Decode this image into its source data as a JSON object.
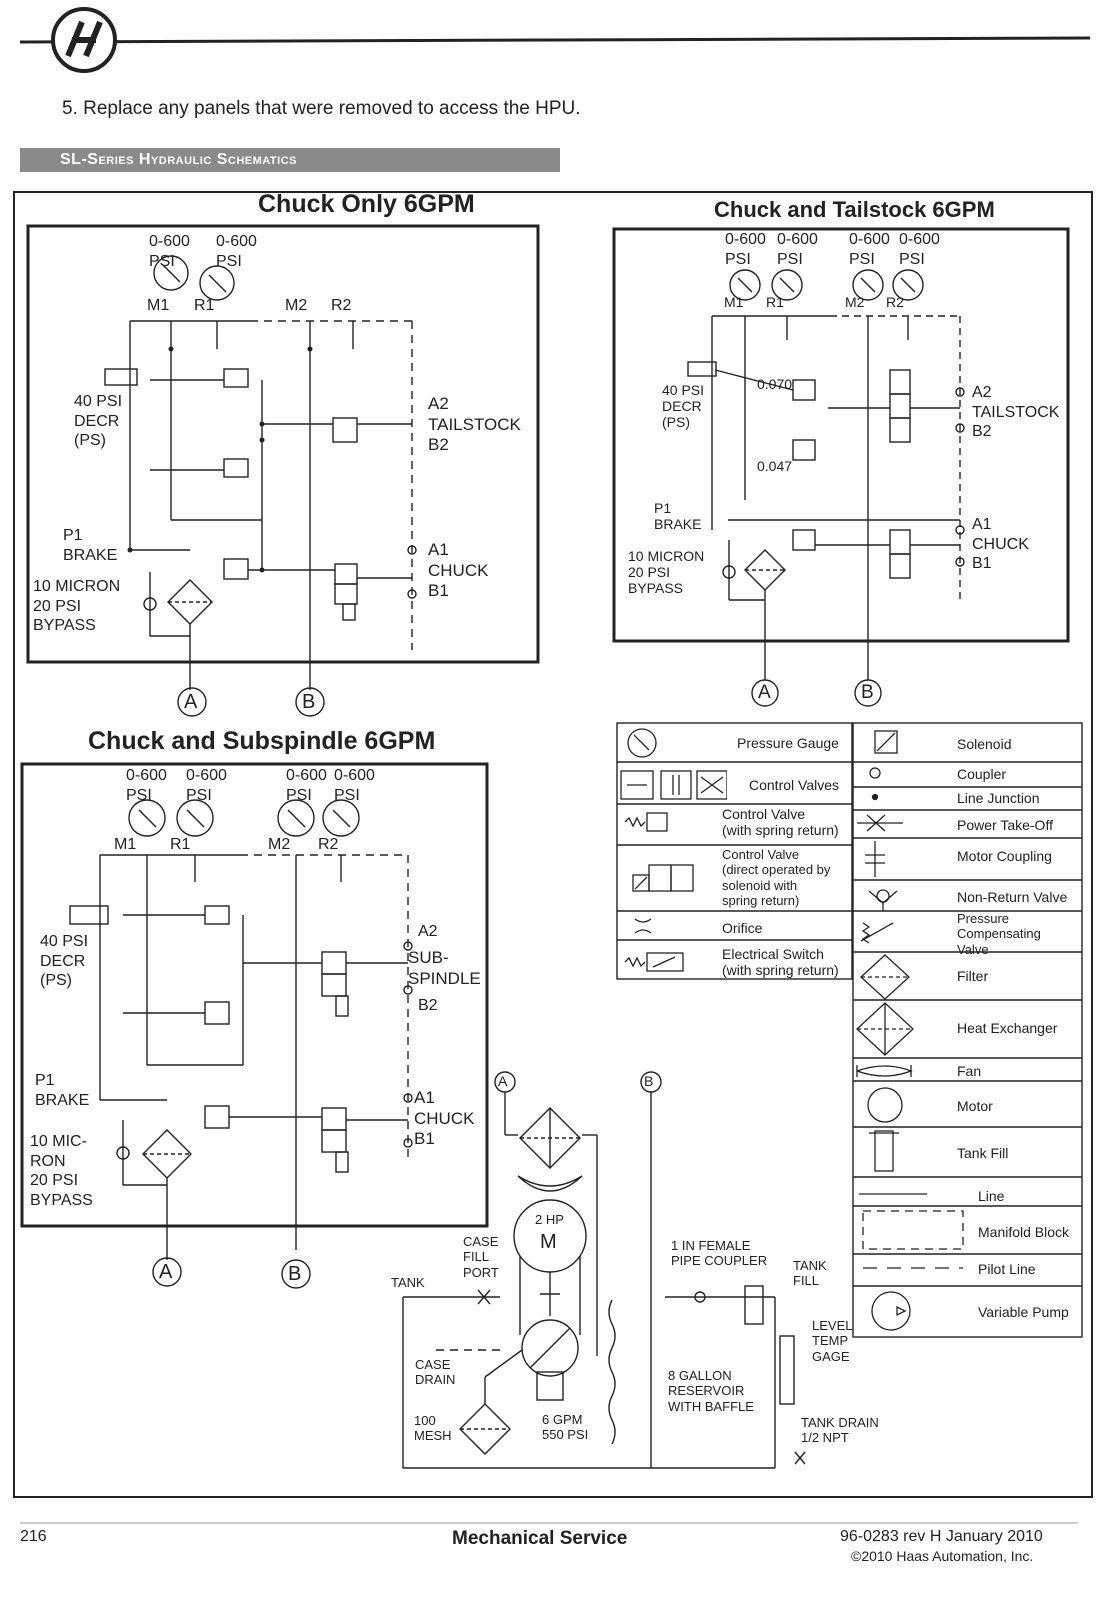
{
  "header": {
    "logo": "haas-logo"
  },
  "step_text": "5. Replace any panels that were removed to access the HPU.",
  "section_banner": "SL-Series Hydraulic Schematics",
  "diagrams": {
    "chuck_only": {
      "title": "Chuck Only 6GPM",
      "gauge_range_1": "0-600\nPSI",
      "gauge_range_2": "0-600\nPSI",
      "m1": "M1",
      "r1": "R1",
      "m2": "M2",
      "r2": "R2",
      "decr": "40 PSI\nDECR\n(PS)",
      "tailstock": "A2\nTAILSTOCK\nB2",
      "brake": "P1\nBRAKE",
      "chuck": "A1\nCHUCK\nB1",
      "filter": "10 MICRON\n20 PSI\nBYPASS",
      "port_a": "A",
      "port_b": "B"
    },
    "chuck_tailstock": {
      "title": "Chuck and Tailstock 6GPM",
      "g1": "0-600\nPSI",
      "g2": "0-600\nPSI",
      "g3": "0-600\nPSI",
      "g4": "0-600\nPSI",
      "m1": "M1",
      "r1": "R1",
      "m2": "M2",
      "r2": "R2",
      "decr": "40 PSI\nDECR\n(PS)",
      "orifice_1": "0.070",
      "orifice_2": "0.047",
      "tailstock": "A2\nTAILSTOCK\nB2",
      "brake": "P1\nBRAKE",
      "chuck": "A1\nCHUCK\nB1",
      "filter": "10 MICRON\n20 PSI\nBYPASS",
      "port_a": "A",
      "port_b": "B"
    },
    "chuck_subspindle": {
      "title": "Chuck and Subspindle 6GPM",
      "g1": "0-600\nPSI",
      "g2": "0-600\nPSI",
      "g3": "0-600\nPSI",
      "g4": "0-600\nPSI",
      "m1": "M1",
      "r1": "R1",
      "m2": "M2",
      "r2": "R2",
      "decr": "40 PSI\nDECR\n(PS)",
      "subspindle_a2": "A2",
      "subspindle": "SUB-\nSPINDLE",
      "subspindle_b2": "B2",
      "brake": "P1\nBRAKE",
      "chuck": "A1\nCHUCK\nB1",
      "filter": "10 MIC-\nRON\n20 PSI\nBYPASS",
      "port_a": "A",
      "port_b": "B"
    },
    "hpu": {
      "port_a": "A",
      "port_b": "B",
      "motor_hp": "2 HP",
      "motor_m": "M",
      "case_fill": "CASE\nFILL\nPORT",
      "tank": "TANK",
      "case_drain": "CASE\nDRAIN",
      "mesh": "100\nMESH",
      "pump": "6 GPM\n550 PSI",
      "coupler": "1 IN FEMALE\nPIPE COUPLER",
      "tank_fill": "TANK\nFILL",
      "gage": "LEVEL\nTEMP\nGAGE",
      "reservoir": "8 GALLON\nRESERVOIR\nWITH BAFFLE",
      "tank_drain": "TANK DRAIN\n1/2 NPT"
    }
  },
  "legend_left": [
    {
      "icon": "pressure-gauge-icon",
      "label": "Pressure Gauge"
    },
    {
      "icon": "control-valves-icon",
      "label": "Control Valves"
    },
    {
      "icon": "spring-return-valve-icon",
      "label": "Control Valve\n(with spring return)"
    },
    {
      "icon": "solenoid-valve-icon",
      "label": "Control Valve\n(direct operated by\nsolenoid with\nspring return)"
    },
    {
      "icon": "orifice-icon",
      "label": "Orifice"
    },
    {
      "icon": "electrical-switch-icon",
      "label": "Electrical Switch\n(with spring return)"
    }
  ],
  "legend_right": [
    {
      "icon": "solenoid-icon",
      "label": "Solenoid"
    },
    {
      "icon": "coupler-icon",
      "label": "Coupler"
    },
    {
      "icon": "line-junction-icon",
      "label": "Line Junction"
    },
    {
      "icon": "power-take-off-icon",
      "label": "Power Take-Off"
    },
    {
      "icon": "motor-coupling-icon",
      "label": "Motor Coupling"
    },
    {
      "icon": "non-return-valve-icon",
      "label": "Non-Return Valve"
    },
    {
      "icon": "pressure-compensating-valve-icon",
      "label": "Pressure\nCompensating\nValve"
    },
    {
      "icon": "filter-icon",
      "label": "Filter"
    },
    {
      "icon": "heat-exchanger-icon",
      "label": "Heat Exchanger"
    },
    {
      "icon": "fan-icon",
      "label": "Fan"
    },
    {
      "icon": "motor-icon",
      "label": "Motor"
    },
    {
      "icon": "tank-fill-icon",
      "label": "Tank Fill"
    },
    {
      "icon": "line-icon",
      "label": "Line"
    },
    {
      "icon": "manifold-block-icon",
      "label": "Manifold Block"
    },
    {
      "icon": "pilot-line-icon",
      "label": "Pilot Line"
    },
    {
      "icon": "variable-pump-icon",
      "label": "Variable Pump"
    }
  ],
  "footer": {
    "page_number": "216",
    "section": "Mechanical Service",
    "doc_rev": "96-0283 rev H January 2010",
    "copyright": "©2010 Haas Automation, Inc."
  }
}
